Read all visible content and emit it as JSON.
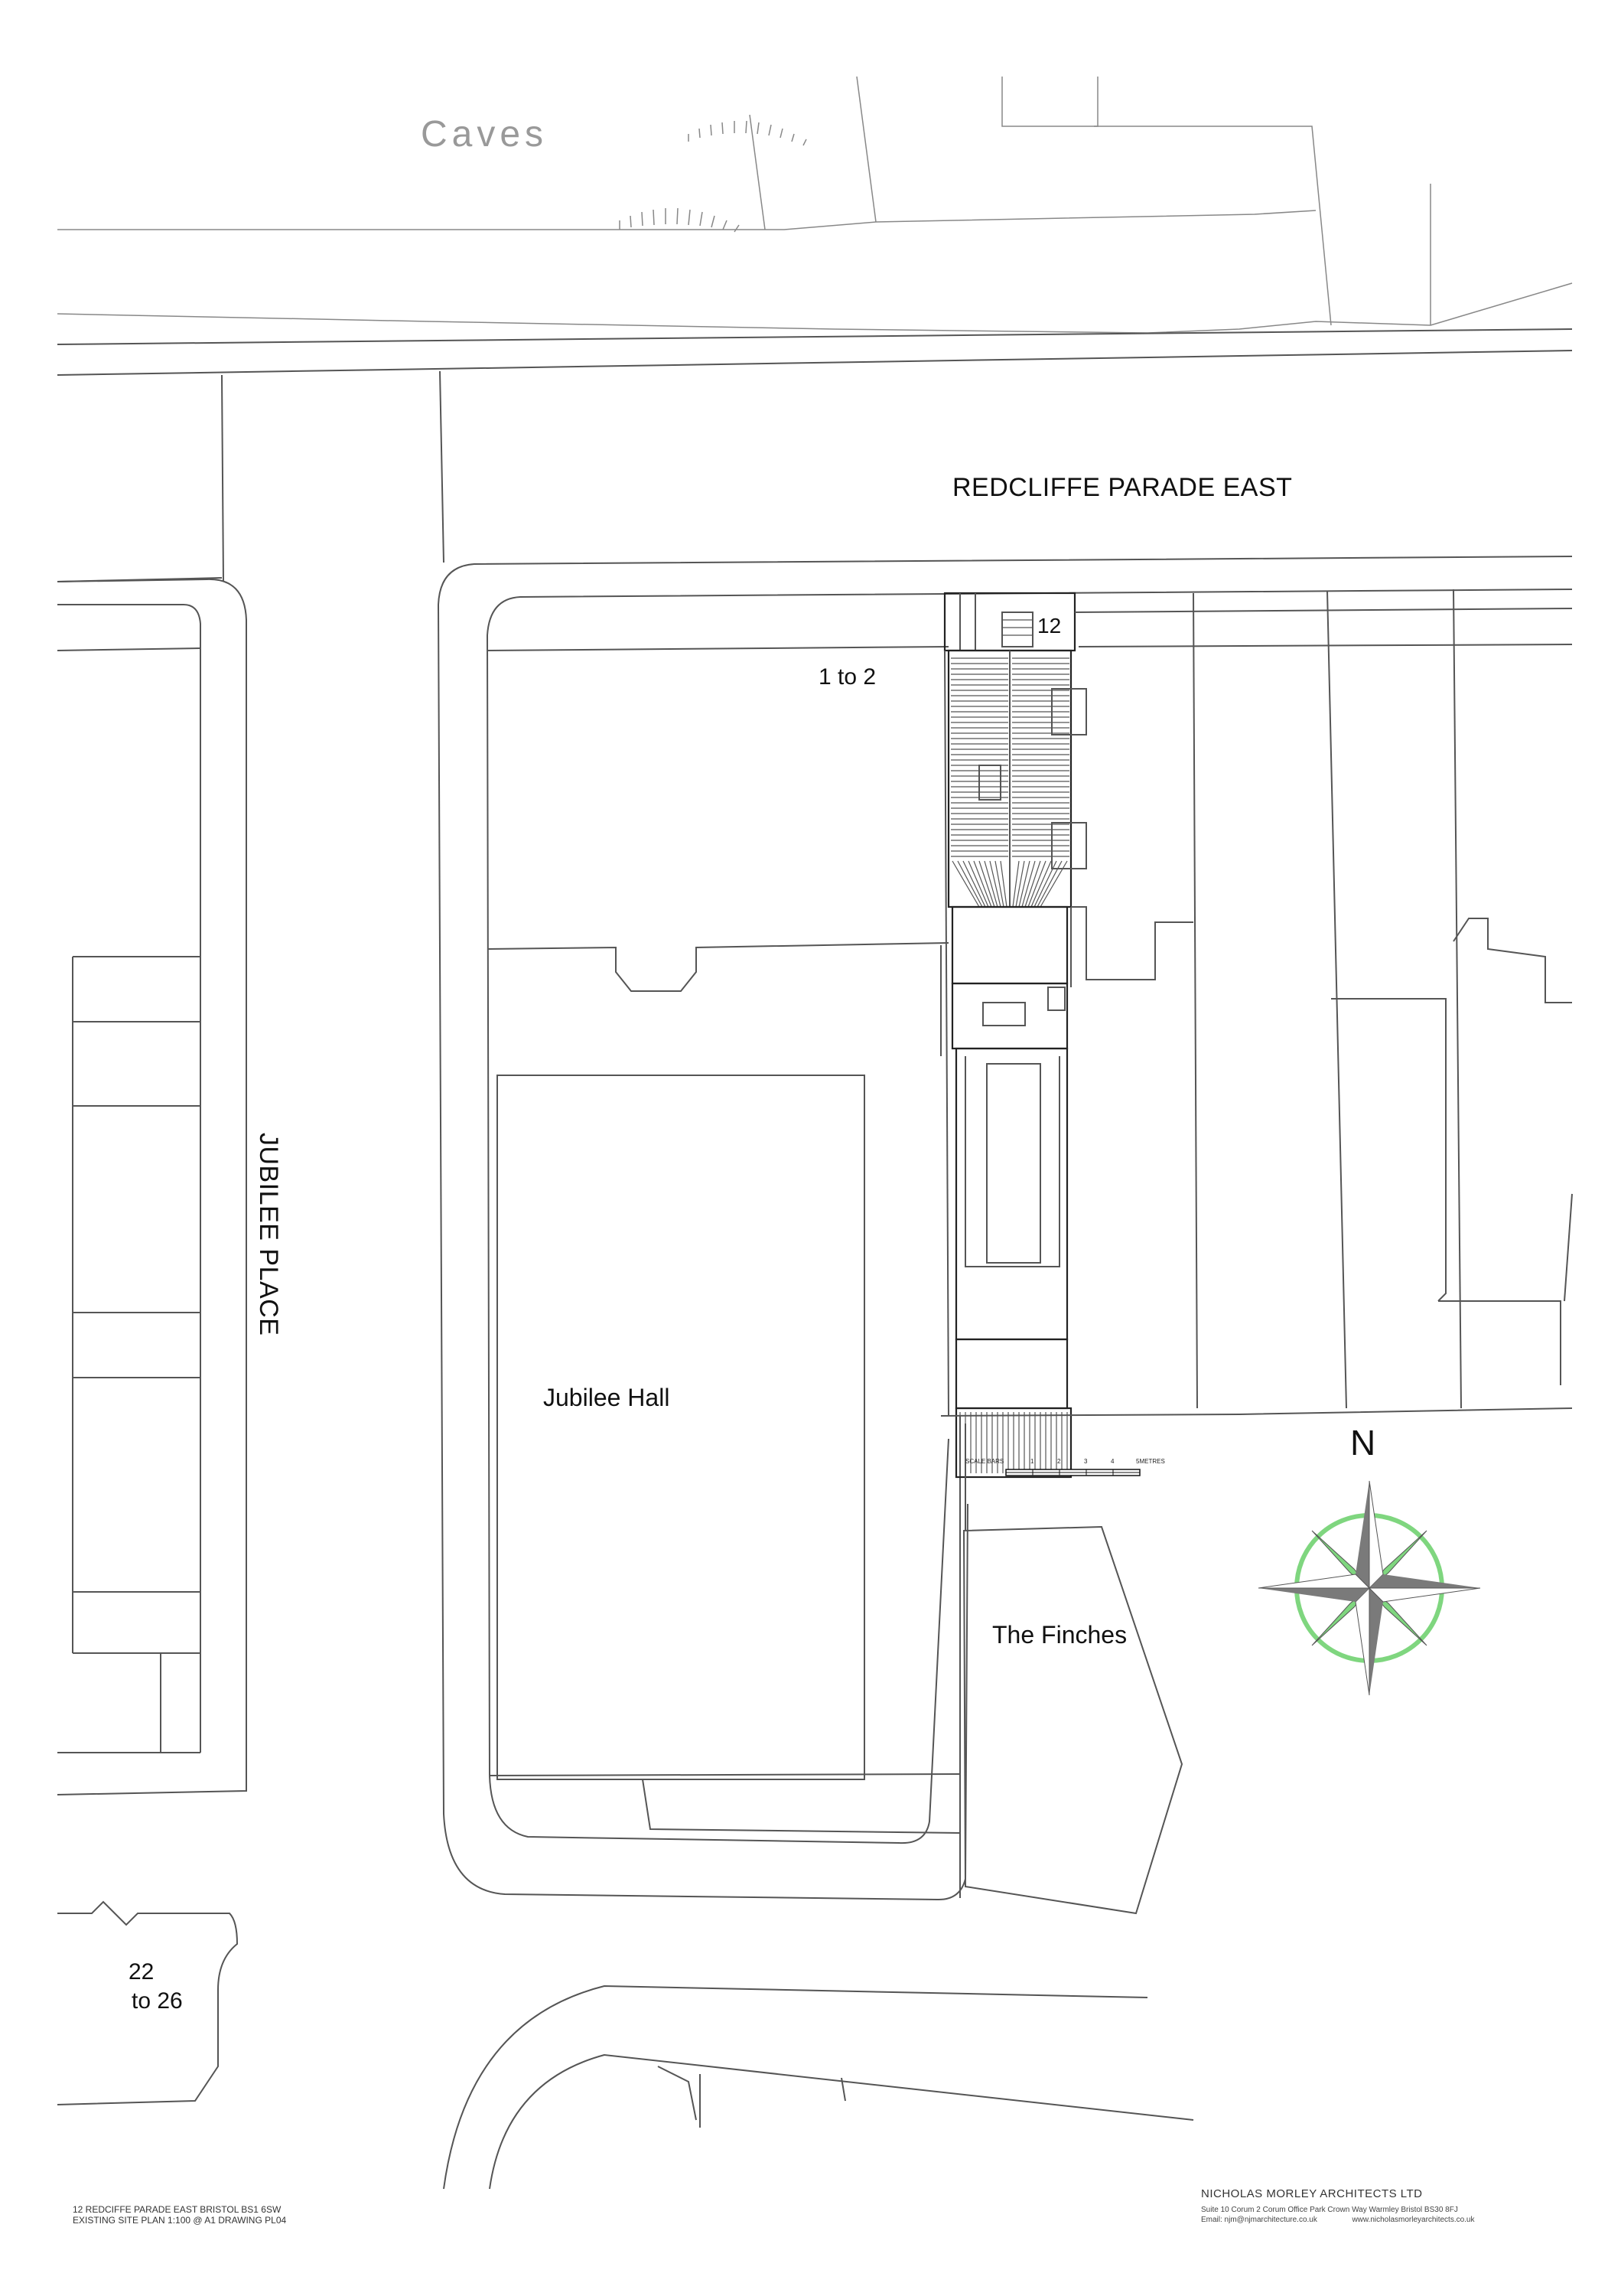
{
  "labels": {
    "caves": "Caves",
    "street_main": "REDCLIFFE PARADE EAST",
    "street_side": "JUBILEE PLACE",
    "plot_12": "12",
    "plot_1to2": "1 to 2",
    "jubilee_hall": "Jubilee Hall",
    "the_finches": "The Finches",
    "plot_22": "22",
    "plot_to26": "to 26"
  },
  "scale_bar": {
    "prefix": "SCALE BARS",
    "ticks": [
      "1",
      "2",
      "3",
      "4",
      "5METRES"
    ]
  },
  "north_label": "N",
  "footer": {
    "project_line1": "12 REDCIFFE PARADE EAST BRISTOL BS1 6SW",
    "project_line2": "EXISTING SITE PLAN 1:100 @ A1 DRAWING PL04",
    "firm_name": "NICHOLAS MORLEY ARCHITECTS LTD",
    "firm_address": "Suite 10  Corum 2  Corum Office Park  Crown Way  Warmley  Bristol  BS30 8FJ",
    "firm_email": "Email: njm@njmarchitecture.co.uk",
    "firm_web": "www.nicholasmorleyarchitects.co.uk"
  },
  "colors": {
    "compass_green": "#7fd67f",
    "compass_grey": "#7a7a7a",
    "line": "#555555"
  },
  "icons": {
    "compass": "compass-rose-icon"
  }
}
